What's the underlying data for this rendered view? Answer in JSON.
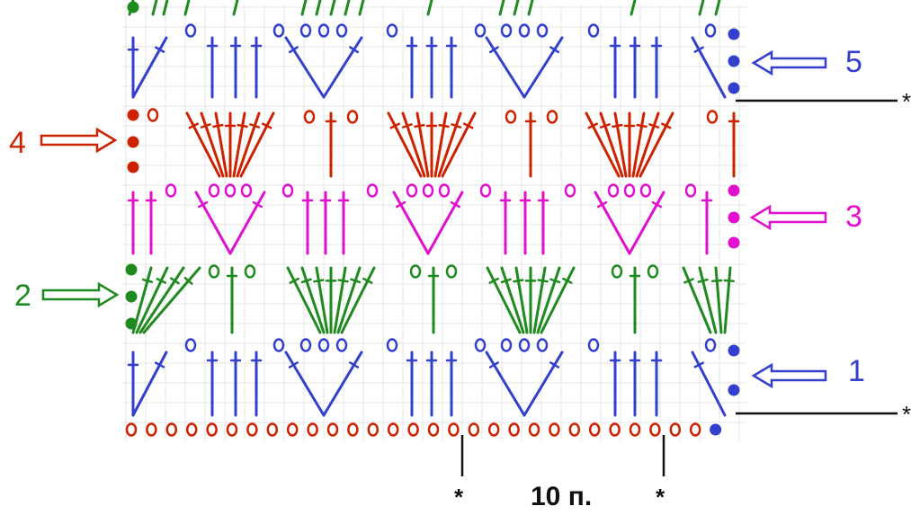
{
  "colors": {
    "red": "#cc2200",
    "blue": "#3340cc",
    "green": "#1f8a1f",
    "magenta": "#e010d0",
    "dark": "#111111",
    "grid": "#e6e6e6"
  },
  "row_labels": [
    {
      "text": "1",
      "color": "blue",
      "side": "right"
    },
    {
      "text": "2",
      "color": "green",
      "side": "left"
    },
    {
      "text": "3",
      "color": "magenta",
      "side": "right"
    },
    {
      "text": "4",
      "color": "red",
      "side": "left"
    },
    {
      "text": "5",
      "color": "blue",
      "side": "right"
    }
  ],
  "repeat_marker": "*",
  "repeat_note": "10 п.",
  "foundation_chain_count": 30
}
